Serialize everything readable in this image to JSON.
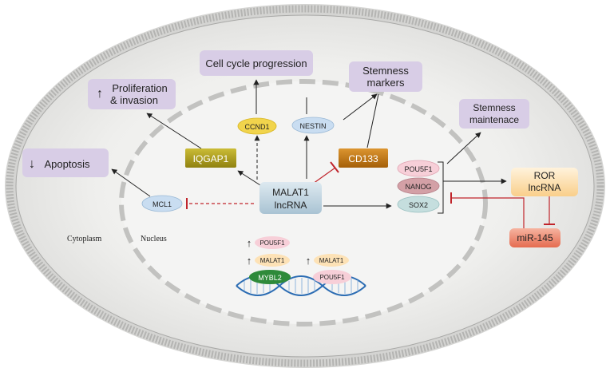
{
  "outcomes": {
    "cell_cycle": "Cell cycle progression",
    "stemness_markers_line1": "Stemness",
    "stemness_markers_line2": "markers",
    "proliferation_line1": "Proliferation",
    "proliferation_line2": "& invasion",
    "stemness_maintenance_line1": "Stemness",
    "stemness_maintenance_line2": "maintenace",
    "apoptosis": "Apoptosis"
  },
  "nodes": {
    "ccnd1": "CCND1",
    "nestin": "NESTIN",
    "iqgap1": "IQGAP1",
    "cd133": "CD133",
    "mcl1": "MCL1",
    "malat1_line1": "MALAT1",
    "malat1_line2": "lncRNA",
    "pou5f1": "POU5F1",
    "nanog": "NANOG",
    "sox2": "SOX2",
    "ror_line1": "ROR",
    "ror_line2": "lncRNA",
    "mir145": "miR-145"
  },
  "regions": {
    "cytoplasm": "Cytoplasm",
    "nucleus": "Nucleus"
  },
  "dna_panel": {
    "pou5f1_up": "POU5F1",
    "malat1_up_left": "MALAT1",
    "malat1_up_right": "MALAT1",
    "mybl2": "MYBL2",
    "pou5f1_dna": "POU5F1"
  },
  "colors": {
    "outcome_box": "#d8cde6",
    "inhibition": "#c0242b",
    "cytoplasm_fill": "#e9e9e7",
    "membrane": "#a8a8a6",
    "nuclear_envelope": "#bcbcba",
    "iqgap1": "#b7a71c",
    "cd133": "#c67c12",
    "ccnd1": "#f1d44c",
    "blue_oval": "#c9ddf1",
    "pink_oval": "#f7cfd8",
    "nanog": "#d3a0a6",
    "sox2": "#c5dede",
    "malat1_box": "#c5d8e3",
    "ror_box": "#fde2b6",
    "mir145_box": "#ef8c73",
    "mybl2": "#2e8a3a",
    "dna_blue": "#2b6cb3"
  }
}
